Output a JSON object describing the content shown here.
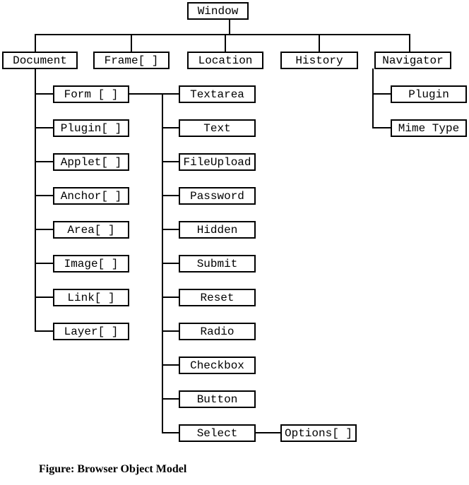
{
  "diagram": {
    "caption": "Figure: Browser Object Model",
    "nodes": {
      "window": "Window",
      "document": "Document",
      "frame": "Frame[ ]",
      "location": "Location",
      "history": "History",
      "navigator": "Navigator",
      "form": "Form [ ]",
      "plugin_array": "Plugin[ ]",
      "applet": "Applet[ ]",
      "anchor": "Anchor[ ]",
      "area": "Area[ ]",
      "image": "Image[ ]",
      "link": "Link[ ]",
      "layer": "Layer[ ]",
      "textarea": "Textarea",
      "text": "Text",
      "fileupload": "FileUpload",
      "password": "Password",
      "hidden": "Hidden",
      "submit": "Submit",
      "reset": "Reset",
      "radio": "Radio",
      "checkbox": "Checkbox",
      "button": "Button",
      "select": "Select",
      "options": "Options[ ]",
      "nav_plugin": "Plugin",
      "mime_type": "Mime Type"
    },
    "colors": {
      "line": "#000000",
      "background": "#ffffff",
      "text": "#000000"
    }
  }
}
